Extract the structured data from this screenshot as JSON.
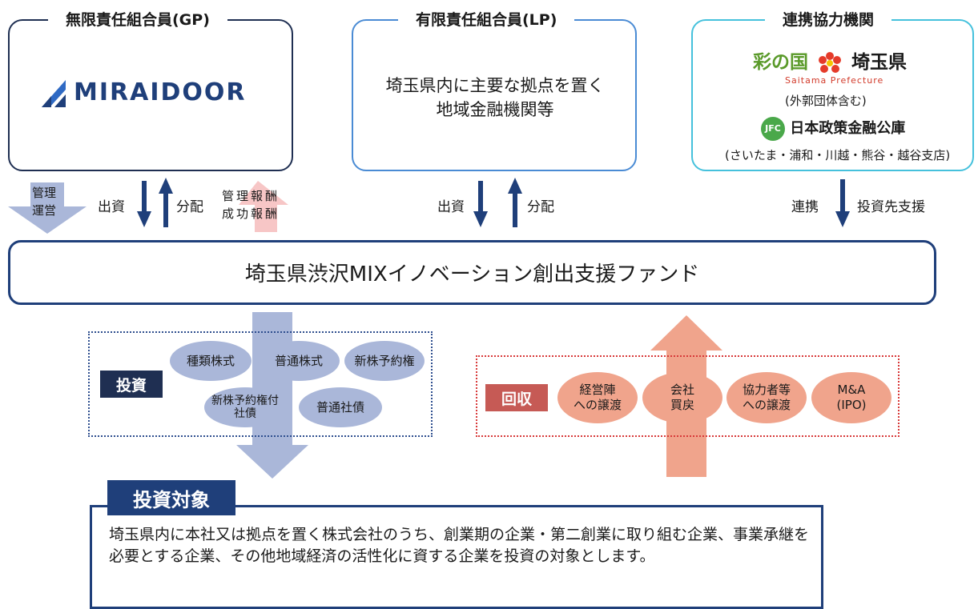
{
  "gp": {
    "title": "無限責任組合員(GP)",
    "logo_text": "MIRAIDOOR"
  },
  "lp": {
    "title": "有限責任組合員(LP)",
    "body_line1": "埼玉県内に主要な拠点を置く",
    "body_line2": "地域金融機関等"
  },
  "partners": {
    "title": "連携協力機関",
    "saitama_prefix": "彩の国",
    "saitama_name": "埼玉県",
    "saitama_roman": "Saitama Prefecture",
    "saitama_note": "(外郭団体含む)",
    "jfc_badge": "JFC",
    "jfc_name": "日本政策金融公庫",
    "jfc_branches": "(さいたま・浦和・川越・熊谷・越谷支店)"
  },
  "flows": {
    "gp_mgmt_line1": "管理",
    "gp_mgmt_line2": "運営",
    "gp_invest": "出資",
    "gp_distribute": "分配",
    "gp_fee_line1": "管理報酬",
    "gp_fee_line2": "成功報酬",
    "lp_invest": "出資",
    "lp_distribute": "分配",
    "partner_link": "連携",
    "partner_support": "投資先支援"
  },
  "fund": {
    "name": "埼玉県渋沢MIXイノベーション創出支援ファンド"
  },
  "investment": {
    "label": "投資",
    "instruments": [
      "種類株式",
      "普通株式",
      "新株予約権",
      "新株予約権付\n社債",
      "普通社債"
    ]
  },
  "recovery": {
    "label": "回収",
    "methods": [
      "経営陣\nへの譲渡",
      "会社\n買戻",
      "協力者等\nへの譲渡",
      "M&A\n(IPO)"
    ]
  },
  "target": {
    "title": "投資対象",
    "body": "埼玉県内に本社又は拠点を置く株式会社のうち、創業期の企業・第二創業に取り組む企業、事業承継を必要とする企業、その他地域経済の活性化に資する企業を投資の対象とします。"
  },
  "colors": {
    "navy": "#1f3f7a",
    "gp_border": "#1f2f52",
    "lp_border": "#4a8bd4",
    "partner_border": "#45c1dc",
    "blue_arrow": "#aab7d9",
    "red_arrow": "#f0a48c",
    "recovery_tag": "#c65a55",
    "invest_tag": "#1f2f52"
  }
}
